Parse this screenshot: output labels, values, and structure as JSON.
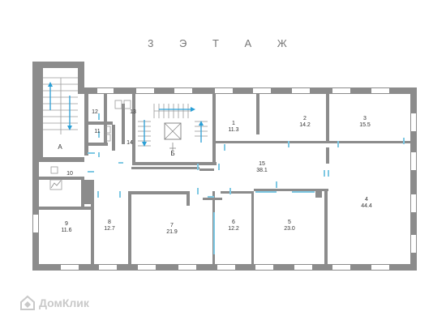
{
  "floor_title": "3 Э Т А Ж",
  "watermark_text": "ДомКлик",
  "rooms": [
    {
      "num": "1",
      "area": "11.3"
    },
    {
      "num": "2",
      "area": "14.2"
    },
    {
      "num": "3",
      "area": "15.5"
    },
    {
      "num": "4",
      "area": "44.4"
    },
    {
      "num": "5",
      "area": "23.0"
    },
    {
      "num": "6",
      "area": "12.2"
    },
    {
      "num": "7",
      "area": "21.9"
    },
    {
      "num": "8",
      "area": "12.7"
    },
    {
      "num": "9",
      "area": "11.6"
    },
    {
      "num": "15",
      "area": "38.1"
    }
  ],
  "small_rooms": [
    "10",
    "11",
    "12",
    "13",
    "14"
  ],
  "zones": [
    "А",
    "Б"
  ],
  "colors": {
    "wall": "#8c8c8c",
    "door": "#7ec8e3",
    "arrow": "#2a9fd6"
  }
}
